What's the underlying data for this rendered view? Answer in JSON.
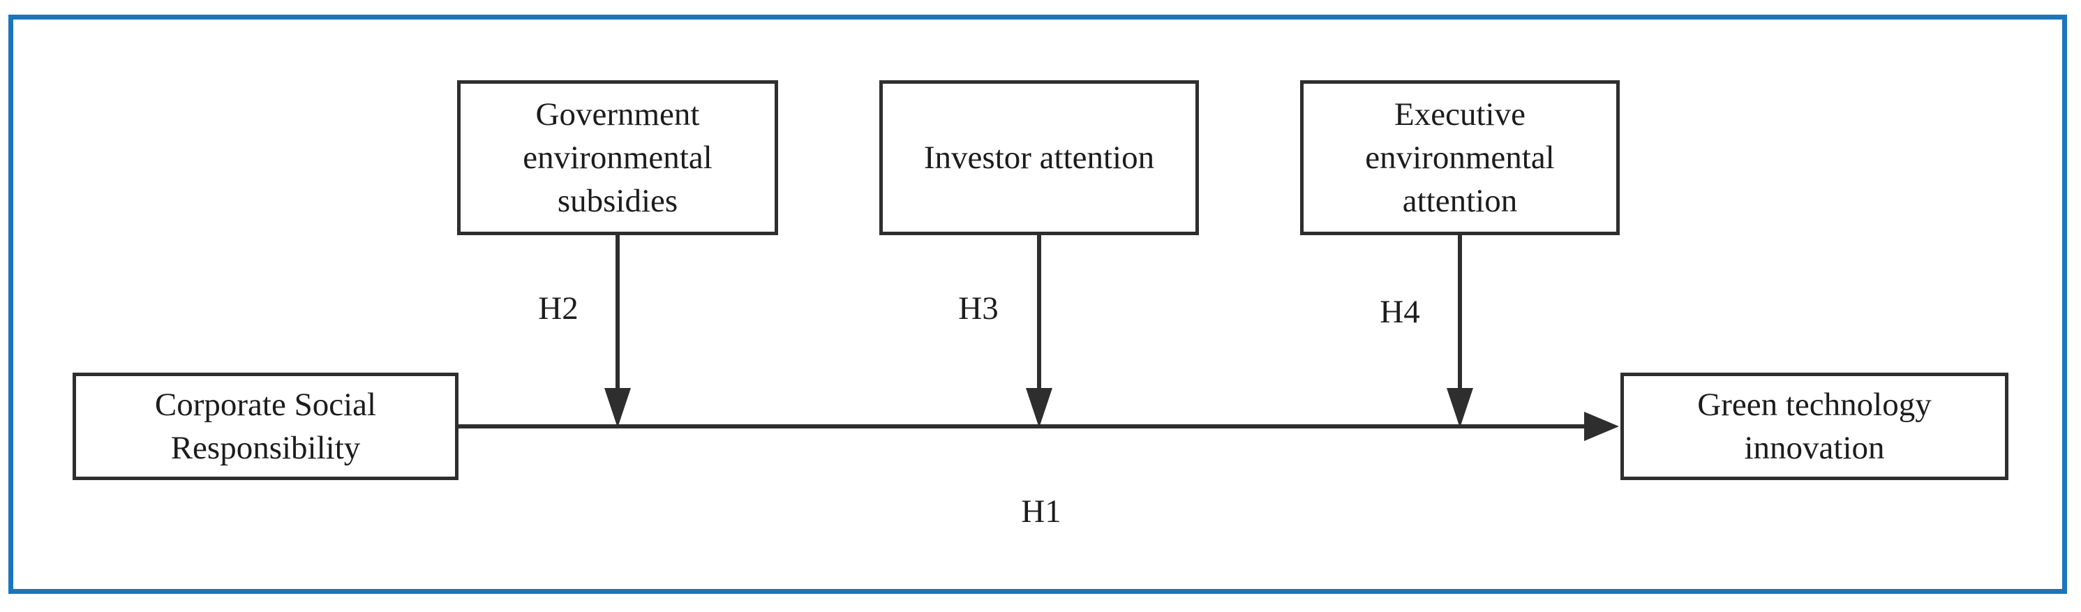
{
  "diagram": {
    "kind": "research-hypothesis-model",
    "boxes": {
      "government": "Government environmental subsidies",
      "investor": "Investor attention",
      "executive": "Executive environmental attention",
      "csr": "Corporate Social Responsibility",
      "green": "Green technology innovation"
    },
    "hypotheses": {
      "h1": "H1",
      "h2": "H2",
      "h3": "H3",
      "h4": "H4"
    },
    "edges": [
      {
        "label": "H1",
        "from": "Corporate Social Responsibility",
        "to": "Green technology innovation"
      },
      {
        "label": "H2",
        "from": "Government environmental subsidies",
        "to": "H1 arrow"
      },
      {
        "label": "H3",
        "from": "Investor attention",
        "to": "H1 arrow"
      },
      {
        "label": "H4",
        "from": "Executive environmental attention",
        "to": "H1 arrow"
      }
    ],
    "colors": {
      "frame": "#1b75bc",
      "stroke": "#2e2e2e",
      "text": "#1c1c1c",
      "background": "#ffffff"
    }
  }
}
